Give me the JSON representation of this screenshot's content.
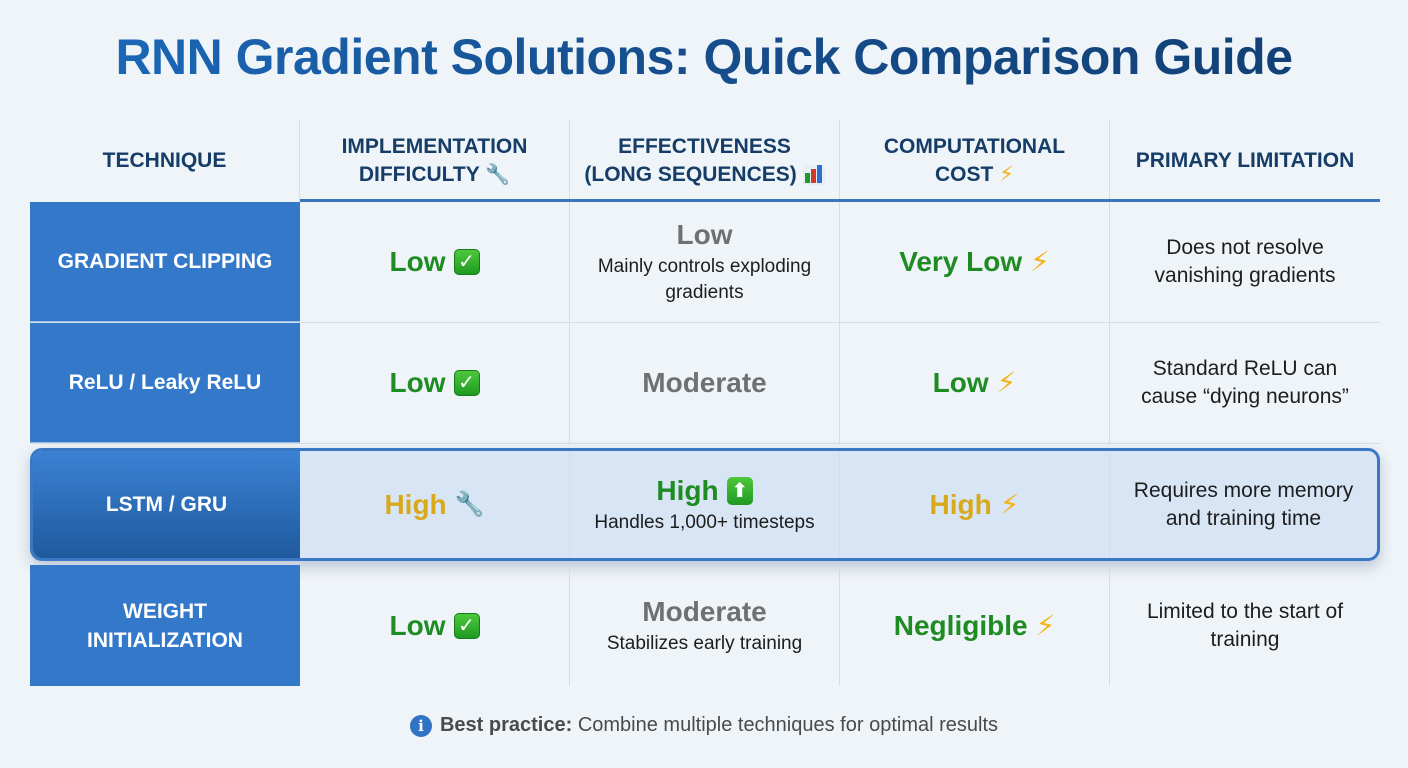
{
  "title": "RNN Gradient Solutions: Quick Comparison Guide",
  "colors": {
    "title": "#124a85",
    "header_text": "#163d68",
    "technique_bg": "#3479c9",
    "highlight_bg": "#d7e5f4",
    "highlight_border": "#3a78c6",
    "green": "#1e8b23",
    "gray": "#707070",
    "amber": "#d9a91c",
    "bolt": "#f2b41d"
  },
  "headers": [
    {
      "label": "TECHNIQUE",
      "line2": "",
      "icon": ""
    },
    {
      "label": "IMPLEMENTATION",
      "line2": "DIFFICULTY",
      "icon": "wrench-icon"
    },
    {
      "label": "EFFECTIVENESS",
      "line2": "(LONG SEQUENCES)",
      "icon": "bar-chart-icon"
    },
    {
      "label": "COMPUTATIONAL",
      "line2": "COST",
      "icon": "lightning-icon"
    },
    {
      "label": "PRIMARY LIMITATION",
      "line2": "",
      "icon": ""
    }
  ],
  "rows": [
    {
      "technique": "GRADIENT CLIPPING",
      "difficulty": {
        "value": "Low",
        "icon": "check-icon"
      },
      "effectiveness": {
        "value": "Low",
        "note": "Mainly controls exploding gradients"
      },
      "cost": {
        "value": "Very Low",
        "icon": "lightning-icon"
      },
      "limitation": "Does not resolve vanishing gradients"
    },
    {
      "technique": "ReLU / Leaky ReLU",
      "difficulty": {
        "value": "Low",
        "icon": "check-icon"
      },
      "effectiveness": {
        "value": "Moderate",
        "note": ""
      },
      "cost": {
        "value": "Low",
        "icon": "lightning-icon"
      },
      "limitation": "Standard ReLU can cause “dying neurons”"
    },
    {
      "technique": "LSTM / GRU",
      "highlighted": true,
      "difficulty": {
        "value": "High",
        "icon": "wrench-icon"
      },
      "effectiveness": {
        "value": "High",
        "icon": "up-arrow-icon",
        "note": "Handles 1,000+ timesteps"
      },
      "cost": {
        "value": "High",
        "icon": "lightning-icon"
      },
      "limitation": "Requires more memory and training time"
    },
    {
      "technique": "WEIGHT INITIALIZATION",
      "difficulty": {
        "value": "Low",
        "icon": "check-icon"
      },
      "effectiveness": {
        "value": "Moderate",
        "note": "Stabilizes early training"
      },
      "cost": {
        "value": "Negligible",
        "icon": "lightning-icon"
      },
      "limitation": "Limited to the start of training"
    }
  ],
  "footer": {
    "bold": "Best practice:",
    "text": "Combine multiple techniques for optimal results"
  },
  "glyphs": {
    "check": "✓",
    "wrench": "🔧",
    "bolt": "⚡",
    "up": "⬆",
    "info": "i"
  }
}
